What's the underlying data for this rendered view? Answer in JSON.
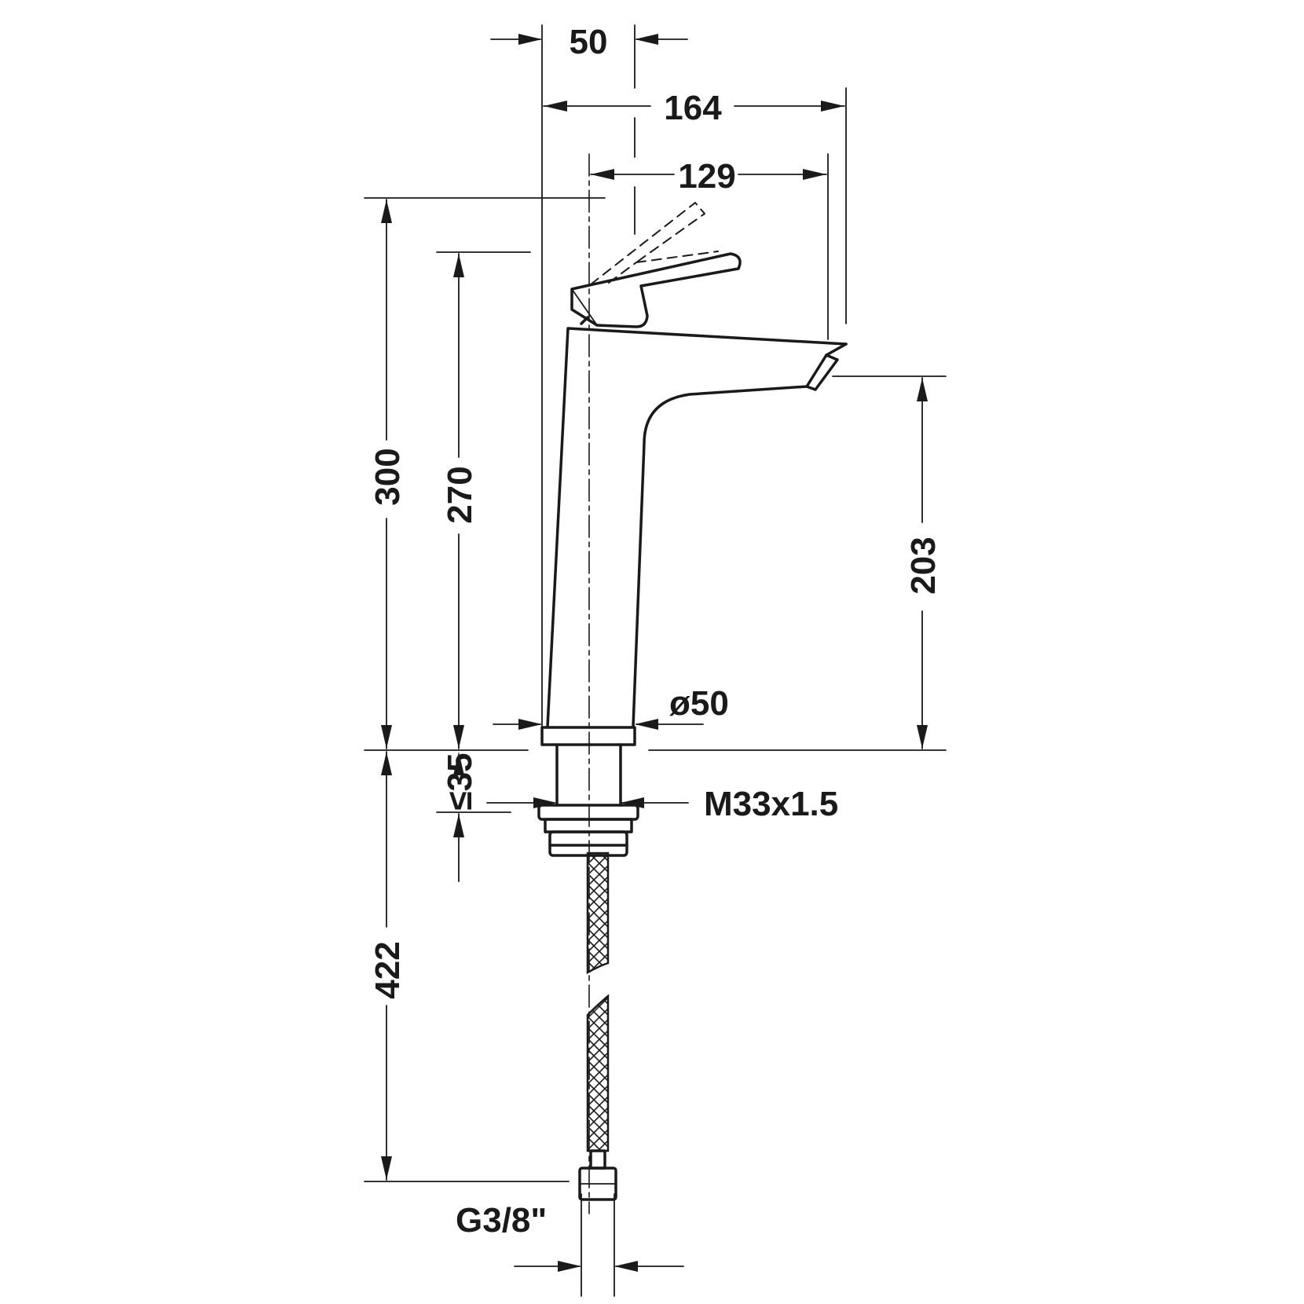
{
  "dimensions": {
    "handle_width": "50",
    "overall_depth": "164",
    "spout_reach": "129",
    "total_height": "300",
    "body_height": "270",
    "spout_height": "203",
    "body_diameter": "ø50",
    "deck_thickness": "≤35",
    "thread": "M33x1.5",
    "hose_length": "422",
    "connection": "G3/8\""
  }
}
